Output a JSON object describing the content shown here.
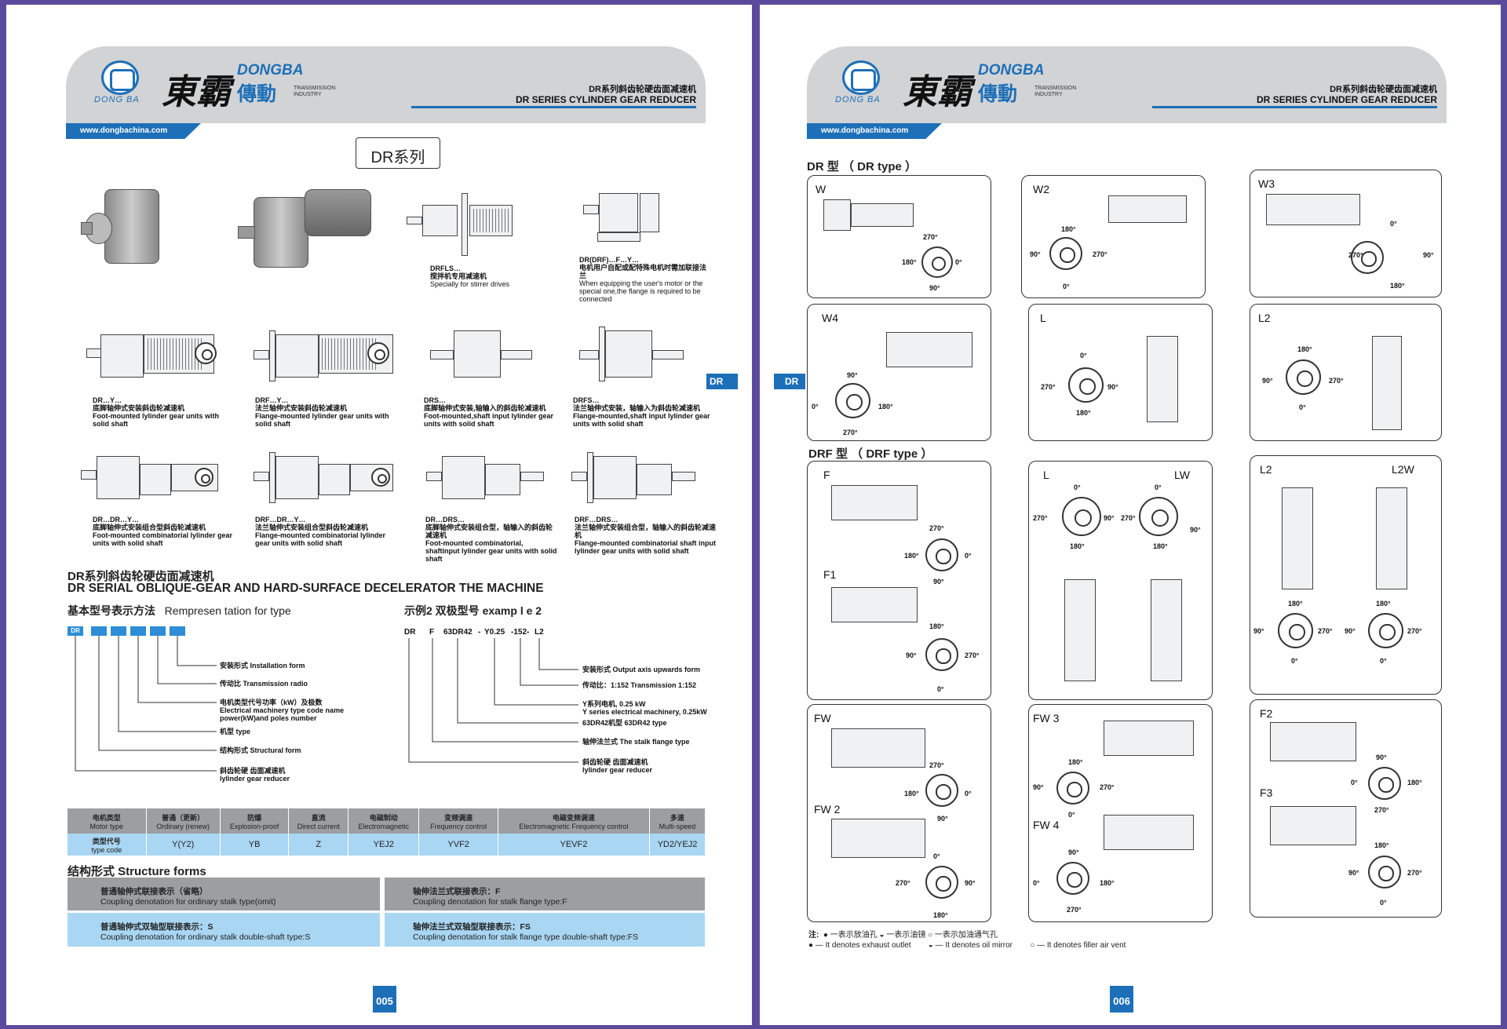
{
  "left": {
    "brand": {
      "logo_text": "DONG BA",
      "cn": "東霸",
      "en": "DONGBA",
      "cn2": "傳動",
      "tr1": "TRANSMISSION",
      "tr2": "INDUSTRY"
    },
    "header": {
      "title_cn": "DR系列斜齿轮硬齿面减速机",
      "title_en": "DR SERIES CYLINDER GEAR REDUCER"
    },
    "url": "www.dongbachina.com",
    "series_title": "DR系列",
    "side_tab": "DR",
    "page_number": "005",
    "captions_row1": [
      {
        "code": "DRFLS…",
        "cn": "搅拌机专用减速机",
        "en": "Specially for stirrer drives"
      },
      {
        "code": "DR(DRF)…F…Y…",
        "cn": "电机用户自配或配特殊电机时需加联接法兰",
        "en": "When equipping the user's motor or the special one,the flange is required to be connected"
      }
    ],
    "captions_row2": [
      {
        "code": "DR…Y…",
        "cn": "底脚轴伸式安装斜齿轮减速机",
        "en": "Foot-mounted lylinder gear units with solid shaft"
      },
      {
        "code": "DRF…Y…",
        "cn": "法兰轴伸式安装斜齿轮减速机",
        "en": "Flange-mounted lylinder gear units with solid shaft"
      },
      {
        "code": "DRS…",
        "cn": "底脚轴伸式安装,轴输入的斜齿轮减速机",
        "en": "Foot-mounted,shaft input lylinder gear units with solid shaft"
      },
      {
        "code": "DRFS…",
        "cn": "法兰轴伸式安装，轴输入为斜齿轮减速机",
        "en": "Flange-mounted,shaft input lylinder gear units with solid shaft"
      }
    ],
    "captions_row3": [
      {
        "code": "DR…DR…Y…",
        "cn": "底脚轴伸式安装组合型斜齿轮减速机",
        "en": "Foot-mounted combinatorial lylinder gear units with solid shaft"
      },
      {
        "code": "DRF…DR…Y…",
        "cn": "法兰轴伸式安装组合型斜齿轮减速机",
        "en": "Flange-mounted combinatorial lylinder gear units with solid shaft"
      },
      {
        "code": "DR…DRS…",
        "cn": "底脚轴伸式安装组合型，轴输入的斜齿轮减速机",
        "en": "Foot-mounted combinatorial, shaftinput lylinder gear units with solid shaft"
      },
      {
        "code": "DRF…DRS…",
        "cn": "法兰轴伸式安装组合型，轴输入的斜齿轮减速机",
        "en": "Flange-mounted combinatorial shaft input lylinder gear units with solid shaft"
      }
    ],
    "section_title_cn": "DR系列斜齿轮硬齿面减速机",
    "section_title_en": "DR SERIAL OBLIQUE-GEAR AND HARD-SURFACE DECELERATOR THE MACHINE",
    "basic_title_cn": "基本型号表示方法",
    "basic_title_en": "Rempresen tation for type",
    "example_title": "示例2 双极型号  examp l e 2",
    "code_prefix": "DR",
    "basic_labels": [
      "安装形式  Installation form",
      "传动比  Transmission radio",
      "电机类型代号功率（kW）及极数",
      "Electrical machinery type code name",
      "power(kW)and poles number",
      "机型  type",
      "结构形式  Structural form",
      "斜齿轮硬 齿面减速机",
      "lylinder gear reducer"
    ],
    "example_code": [
      "DR",
      "F",
      "63DR42",
      "-",
      "Y0.25",
      "-152-",
      "L2"
    ],
    "example_labels": [
      "安装形式    Output axis upwards form",
      "传动比：1:152  Transmission 1:152",
      "Y系列电机, 0.25 kW",
      "Y series electrical machinery, 0.25kW",
      "63DR42机型  63DR42 type",
      "轴伸法兰式  The stalk flange type",
      "斜齿轮硬 齿面减速机",
      "lylinder gear reducer"
    ],
    "motor_table": {
      "headers": [
        {
          "cn": "电机类型",
          "en": "Motor type"
        },
        {
          "cn": "普通（更新）",
          "en": "Ordinary (renew)"
        },
        {
          "cn": "防爆",
          "en": "Explosion-proof"
        },
        {
          "cn": "直流",
          "en": "Direct current"
        },
        {
          "cn": "电磁制动",
          "en": "Electromagnetic"
        },
        {
          "cn": "变频调速",
          "en": "Frequency control"
        },
        {
          "cn": "电磁变频调速",
          "en": "Electromagnetic Frequency control"
        },
        {
          "cn": "多速",
          "en": "Multi-speed"
        }
      ],
      "row_label_cn": "类型代号",
      "row_label_en": "type code",
      "codes": [
        "Y(Y2)",
        "YB",
        "Z",
        "YEJ2",
        "YVF2",
        "YEVF2",
        "YD2/YEJ2"
      ]
    },
    "structure_title": "结构形式  Structure forms",
    "structure_cells": [
      {
        "cn": "普通轴伸式联接表示（省略）",
        "en": "Coupling denotation for ordinary stalk type(omit)"
      },
      {
        "cn": "轴伸法兰式联接表示：F",
        "en": "Coupling denotation for stalk flange type:F"
      },
      {
        "cn": "普通轴伸式双轴型联接表示：S",
        "en": "Coupling denotation for ordinary stalk double-shaft type:S"
      },
      {
        "cn": "轴伸法兰式双轴型联接表示：FS",
        "en": "Coupling denotation for stalk flange type double-shaft type:FS"
      }
    ]
  },
  "right": {
    "brand": {
      "logo_text": "DONG BA",
      "cn": "東霸",
      "en": "DONGBA",
      "cn2": "傳動",
      "tr1": "TRANSMISSION",
      "tr2": "INDUSTRY"
    },
    "header": {
      "title_cn": "DR系列斜齿轮硬齿面减速机",
      "title_en": "DR SERIES CYLINDER GEAR REDUCER"
    },
    "url": "www.dongbachina.com",
    "side_tab": "DR",
    "page_number": "006",
    "dr_title": "DR 型 （ DR type ）",
    "drf_title": "DRF 型 （ DRF  type ）",
    "dr_boxes": [
      "W",
      "W2",
      "W3",
      "W4",
      "L",
      "L2"
    ],
    "drf_boxes": {
      "f": [
        "F",
        "F1"
      ],
      "l": [
        "L",
        "LW"
      ],
      "l2": [
        "L2",
        "L2W"
      ],
      "fw": [
        "FW",
        "FW 2"
      ],
      "fw3": [
        "FW 3",
        "FW 4"
      ],
      "f2": [
        "F2",
        "F3"
      ]
    },
    "angles": {
      "a0": "0°",
      "a90": "90°",
      "a180": "180°",
      "a270": "270°"
    },
    "notes": {
      "label": "注:",
      "cn": "● 一表示放油孔   ◒ 一表示油镜   ○ 一表示加油通气孔",
      "exhaust": "● — It denotes exhaust outlet",
      "mirror": "◒ — It denotes oil mirror",
      "vent": "○ — It denotes filler air vent"
    }
  }
}
